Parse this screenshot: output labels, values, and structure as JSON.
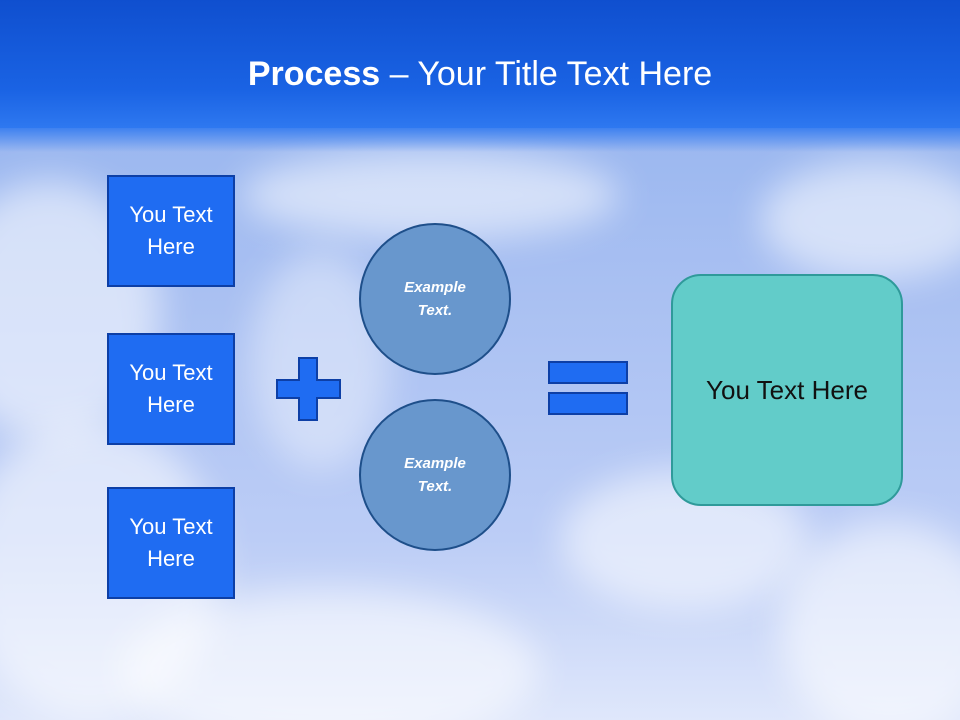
{
  "header": {
    "title_bold": "Process",
    "title_rest": " – Your Title Text Here"
  },
  "inputs": [
    {
      "label": "You Text Here"
    },
    {
      "label": "You Text Here"
    },
    {
      "label": "You Text Here"
    }
  ],
  "examples": [
    {
      "label": "Example Text."
    },
    {
      "label": "Example Text."
    }
  ],
  "result": {
    "label": "You Text Here"
  },
  "colors": {
    "header": "#1a63e4",
    "box": "#1f6cf2",
    "circle": "#6897cd",
    "result": "#62ccc9"
  },
  "icons": {
    "plus": "plus-icon",
    "equals": "equals-icon"
  }
}
